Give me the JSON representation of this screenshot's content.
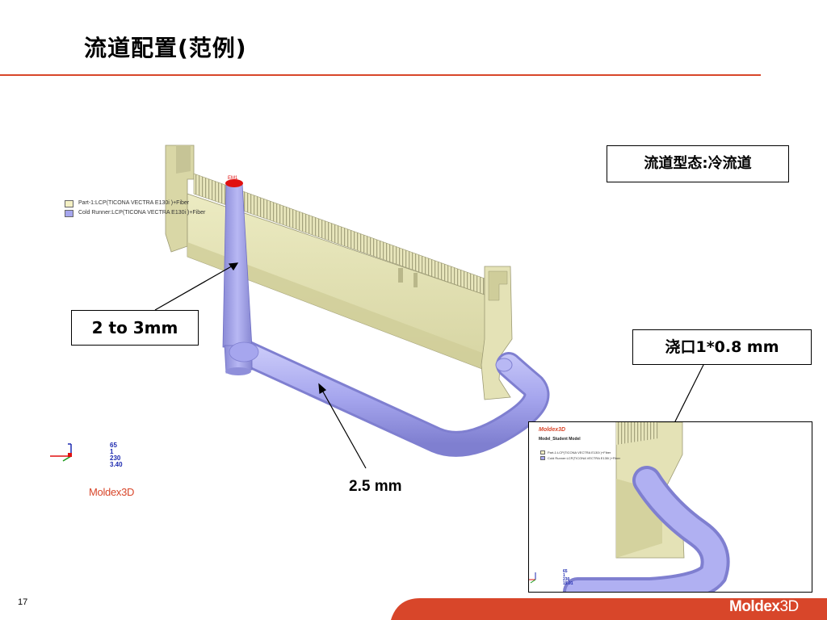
{
  "slide": {
    "title": "流道配置(范例)",
    "page_number": "17"
  },
  "legend": {
    "items": [
      {
        "label": "Part-1:LCP(TICONA VECTRA E130i )+Fiber",
        "color": "#f4f0c4"
      },
      {
        "label": "Cold Runner:LCP(TICONA VECTRA E130i )+Fiber",
        "color": "#a6a6ee"
      }
    ]
  },
  "view_readout": [
    "65",
    "1",
    "230",
    "3.40"
  ],
  "brand": {
    "main": "Moldex",
    "suffix": "3D",
    "footer_main": "Moldex",
    "footer_suffix": "3D"
  },
  "model_label": "EM1",
  "callouts": {
    "diameter_range": "2 to 3mm",
    "runner_type": "流道型态:冷流道",
    "gate_size": "浇口1*0.8 mm",
    "runner_diameter": "2.5 mm"
  },
  "inset": {
    "brand": "Moldex3D",
    "model_name": "Model_Student Model",
    "legend": [
      {
        "label": "Part-1:LCP(TICONA VECTRA E130i )+Fiber",
        "color": "#f4f0c4"
      },
      {
        "label": "Cold Runner:LCP(TICONA VECTRA E130i )+Fiber",
        "color": "#a6a6ee"
      }
    ],
    "view_readout": [
      "65",
      "1",
      "230",
      "15.01"
    ]
  },
  "colors": {
    "accent": "#d8462a",
    "part": "#e6e4b4",
    "runner": "#a6a6ee",
    "sprue_tip": "#e01010",
    "readout": "#1d2ab0"
  }
}
